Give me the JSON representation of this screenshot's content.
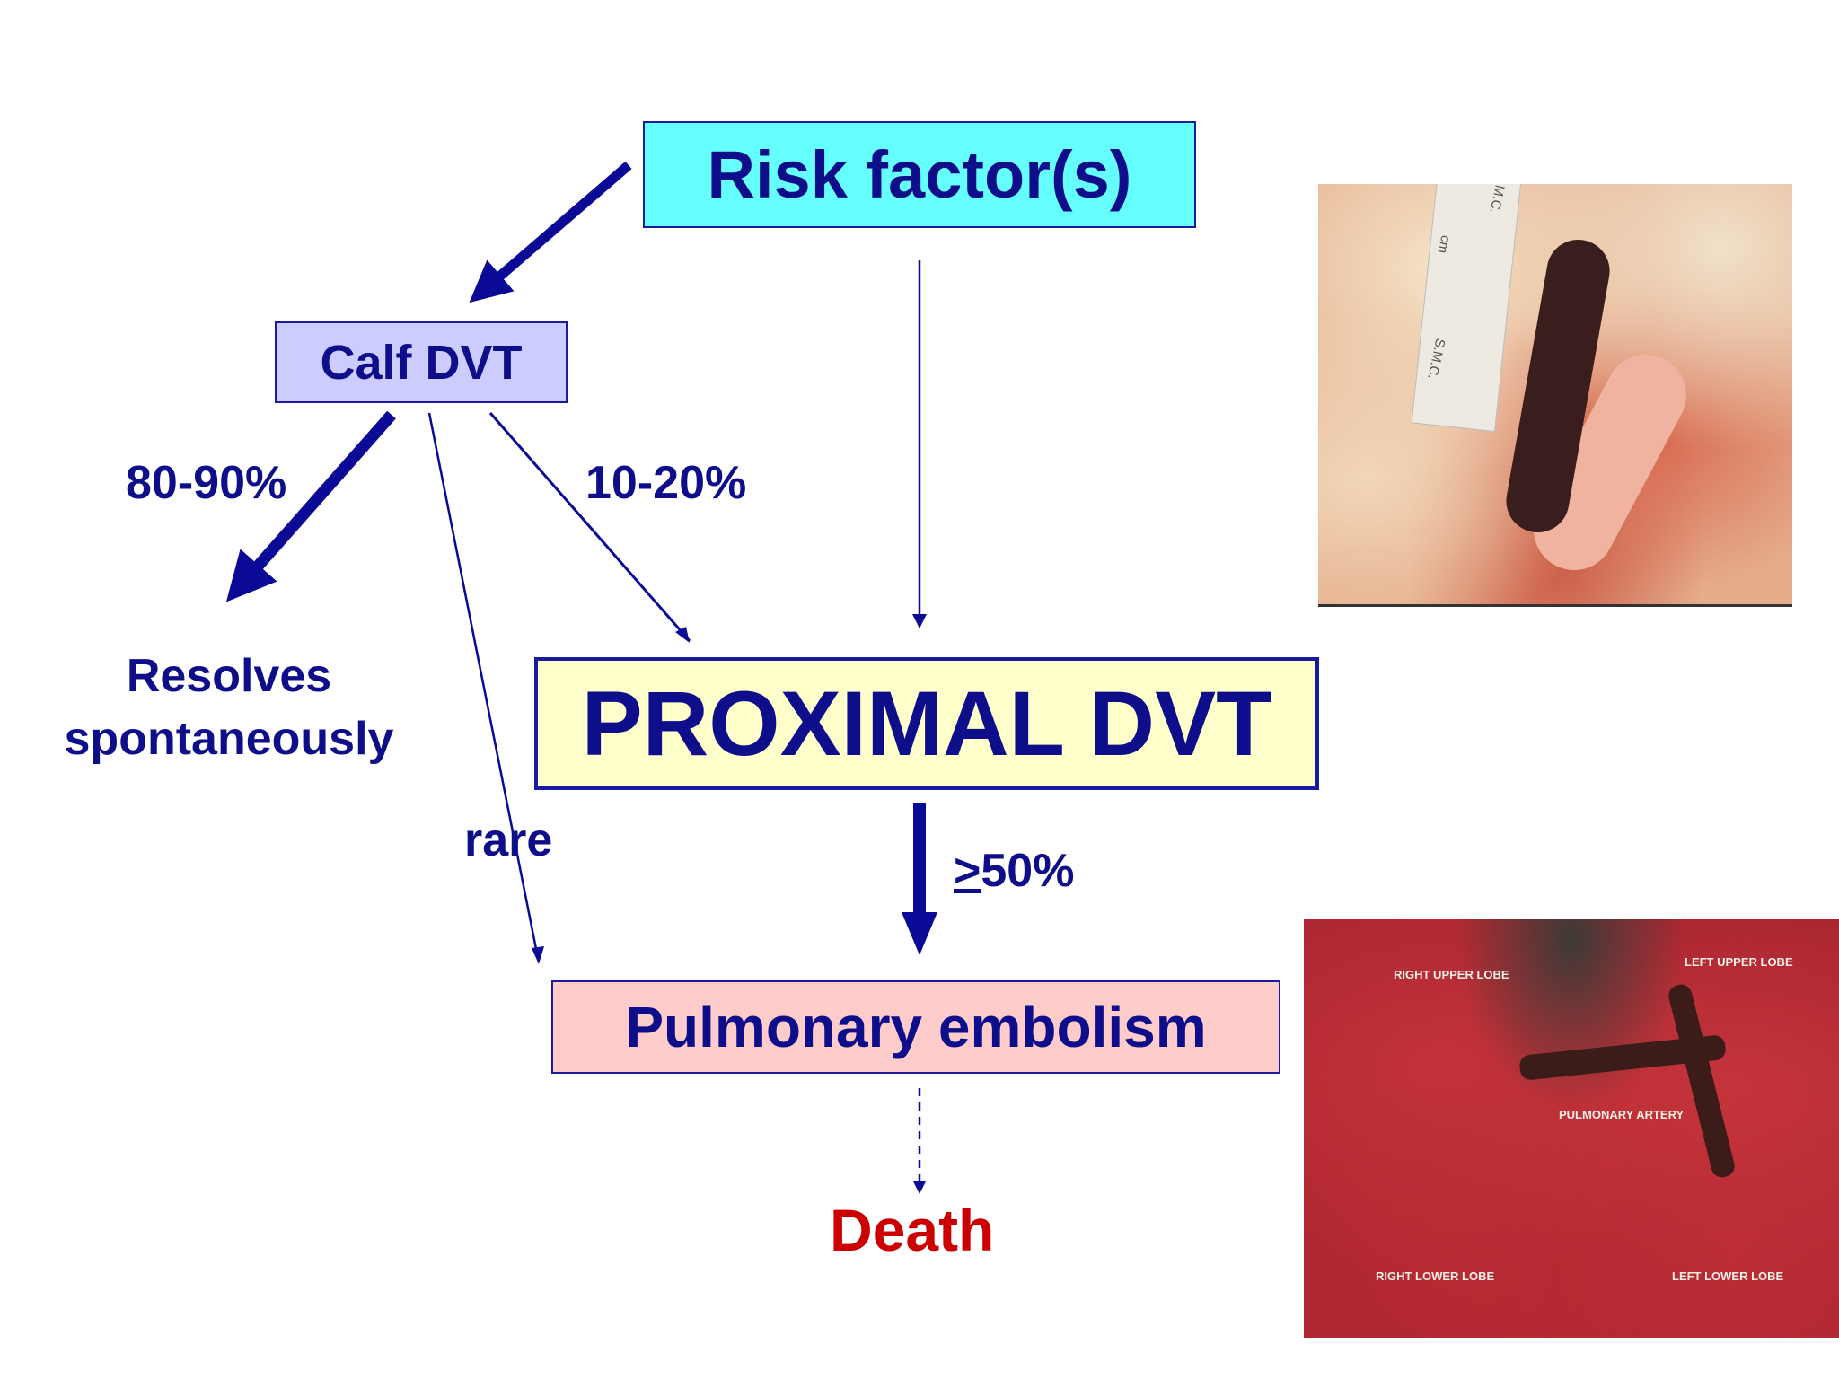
{
  "nodes": {
    "risk_factors": "Risk factor(s)",
    "calf_dvt": "Calf DVT",
    "proximal_dvt": "PROXIMAL DVT",
    "pulmonary_embolism": "Pulmonary embolism",
    "resolves_line1": "Resolves",
    "resolves_line2": "spontaneously",
    "death": "Death"
  },
  "edge_labels": {
    "resolves_pct": "80-90%",
    "to_proximal_pct": "10-20%",
    "rare": "rare",
    "to_pe_ge": ">",
    "to_pe_pct": "50%"
  },
  "photos": {
    "top": {
      "ruler_text_1": "M.C.",
      "ruler_text_2": "S.M.C.",
      "ruler_unit": "cm"
    },
    "bottom": {
      "right_upper": "RIGHT UPPER LOBE",
      "left_upper": "LEFT UPPER LOBE",
      "pulmonary_artery": "PULMONARY ARTERY",
      "right_lower": "RIGHT LOWER LOBE",
      "left_lower": "LEFT LOWER LOBE"
    }
  },
  "colors": {
    "text": "#0e0e8a",
    "arrow": "#0a0a96",
    "death": "#cc0000",
    "risk_fill": "#66ffff",
    "calf_fill": "#ccccff",
    "proximal_fill": "#ffffcc",
    "pe_fill": "#ffcccc"
  }
}
